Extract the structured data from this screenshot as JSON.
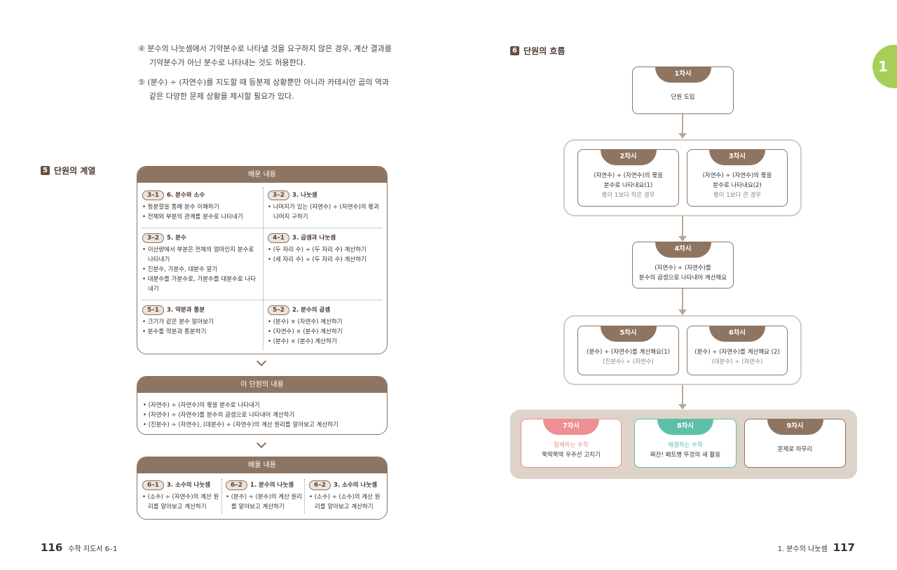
{
  "left": {
    "paragraphs": [
      "④ 분수의 나눗셈에서 기약분수로 나타낼 것을 요구하지 않은 경우, 계산 결과를 기약분수가 아닌 분수로 나타내는 것도 허용한다.",
      "⑤ (분수) ÷ (자연수)를 지도할 때 등분제 상황뿐만 아니라 카테시안 곱의 역과 같은 다양한 문제 상황을 제시할 필요가 있다."
    ],
    "section": {
      "number": "5",
      "title": "단원의 계열"
    },
    "learned": {
      "header": "배운 내용",
      "cells": [
        {
          "tag": "3–1",
          "title": "6. 분수와 소수",
          "items": [
            "등분할을 통해 분수 이해하기",
            "전체와 부분의 관계를 분수로 나타내기"
          ]
        },
        {
          "tag": "3–2",
          "title": "3. 나눗셈",
          "items": [
            "나머지가 있는 (자연수) ÷ (자연수)의 몫과 나머지 구하기"
          ]
        },
        {
          "tag": "3–2",
          "title": "5. 분수",
          "items": [
            "이산량에서 부분은 전체의 얼마인지 분수로 나타내기",
            "진분수, 가분수, 대분수 알기",
            "대분수를 가분수로, 가분수를 대분수로 나타내기"
          ]
        },
        {
          "tag": "4–1",
          "title": "3. 곱셈과 나눗셈",
          "items": [
            "(두 자리 수) ÷ (두 자리 수) 계산하기",
            "(세 자리 수) ÷ (두 자리 수) 계산하기"
          ]
        },
        {
          "tag": "5–1",
          "title": "3. 약분과 통분",
          "items": [
            "크기가 같은 분수 알아보기",
            "분수를 약분과 통분하기"
          ]
        },
        {
          "tag": "5–2",
          "title": "2. 분수의 곱셈",
          "items": [
            "(분수) × (자연수) 계산하기",
            "(자연수) × (분수) 계산하기",
            "(분수) × (분수) 계산하기"
          ]
        }
      ]
    },
    "current": {
      "header": "이 단원의 내용",
      "items": [
        "(자연수) ÷ (자연수)의 몫을 분수로 나타내기",
        "(자연수) ÷ (자연수)를 분수의 곱셈으로 나타내어 계산하기",
        "(진분수) ÷ (자연수), (대분수) ÷ (자연수)의 계산 원리를 알아보고 계산하기"
      ]
    },
    "next": {
      "header": "배울 내용",
      "cells": [
        {
          "tag": "6–1",
          "title": "3. 소수의 나눗셈",
          "items": [
            "(소수) ÷ (자연수)의 계산 원리를 알아보고 계산하기"
          ]
        },
        {
          "tag": "6–2",
          "title": "1. 분수의 나눗셈",
          "items": [
            "(분수) ÷ (분수)의 계산 원리를 알아보고 계산하기"
          ]
        },
        {
          "tag": "6–2",
          "title": "3. 소수의 나눗셈",
          "items": [
            "(소수) ÷ (소수)의 계산 원리를 알아보고 계산하기"
          ]
        }
      ]
    },
    "footer": {
      "page": "116",
      "title": "수학 지도서 6–1"
    }
  },
  "right": {
    "section": {
      "number": "6",
      "title": "단원의 흐름"
    },
    "chapter_tab": "1",
    "lessons": [
      {
        "label": "1차시",
        "lines": [
          "단원 도입"
        ],
        "sub": ""
      },
      {
        "label": "2차시",
        "lines": [
          "(자연수) ÷ (자연수)의 몫을",
          "분수로 나타내요(1)"
        ],
        "sub": "몫이 1보다 작은 경우"
      },
      {
        "label": "3차시",
        "lines": [
          "(자연수) ÷ (자연수)의 몫을",
          "분수로 나타내요(2)"
        ],
        "sub": "몫이 1보다 큰 경우"
      },
      {
        "label": "4차시",
        "lines": [
          "(자연수) ÷ (자연수)를",
          "분수의 곱셈으로 나타내어 계산해요"
        ],
        "sub": ""
      },
      {
        "label": "5차시",
        "lines": [
          "(분수) ÷ (자연수)를 계산해요(1)"
        ],
        "sub": "(진분수) ÷ (자연수)"
      },
      {
        "label": "6차시",
        "lines": [
          "(분수) ÷ (자연수)를 계산해요 (2)"
        ],
        "sub": "(대분수) ÷ (자연수)"
      },
      {
        "label": "7차시",
        "kind": "함께하는 수학",
        "lines": [
          "뚝딱뚝딱 우주선 고치기"
        ],
        "sub": ""
      },
      {
        "label": "8차시",
        "kind": "해결하는 수학",
        "lines": [
          "짜잔! 페트병 뚜껑의 새 활용"
        ],
        "sub": ""
      },
      {
        "label": "9차시",
        "lines": [
          "문제로 마무리"
        ],
        "sub": ""
      }
    ],
    "colors": {
      "brown": "#8e7562",
      "pink": "#ee8f93",
      "teal": "#5cc0a9",
      "green": "#a6cf5a"
    },
    "footer": {
      "page": "117",
      "title": "1. 분수의 나눗셈"
    }
  }
}
